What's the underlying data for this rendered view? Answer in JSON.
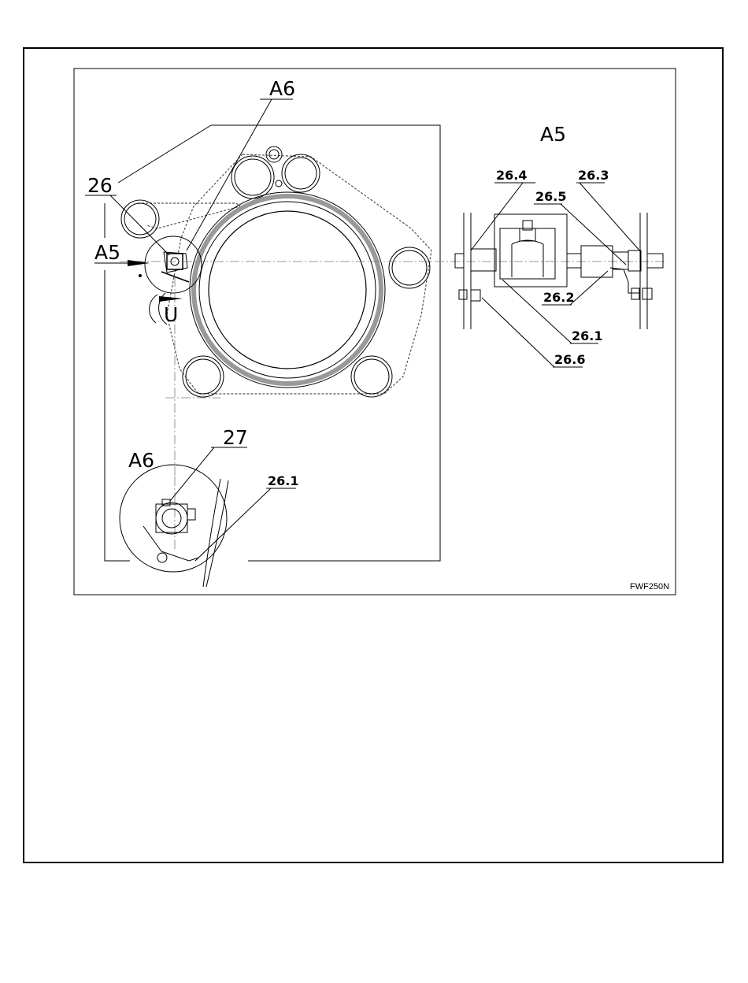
{
  "figure": {
    "code": "FWF250N",
    "callouts": {
      "a6_top": "A6",
      "a5_title": "A5",
      "a5_left": "A5",
      "a6_detail": "A6",
      "u_label": "U",
      "n26": "26",
      "n27": "27"
    },
    "refs": {
      "r264": "26.4",
      "r263": "26.3",
      "r265": "26.5",
      "r262": "26.2",
      "r261": "26.1",
      "r266": "26.6",
      "r261b": "26.1"
    }
  }
}
